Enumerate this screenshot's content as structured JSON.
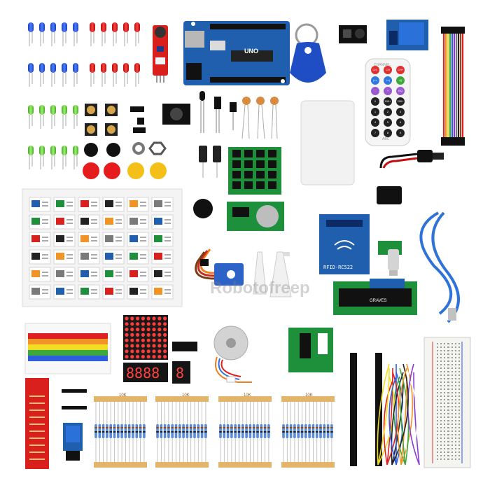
{
  "image": {
    "description_free": true
  },
  "labels": {
    "uno": "UNO",
    "rfid": "RFID-RC522",
    "channel": "CHANNEL",
    "remote_brand": "ABC",
    "resistor_strip": "10K",
    "watermark": "Robotofreep",
    "segment_four": "8888",
    "segment_one": "8",
    "lcd_brand": "GRAVES"
  },
  "remote_keys": [
    "CH-",
    "CH",
    "CH+",
    "|<<",
    ">>|",
    ">||",
    "-",
    "+",
    "EQ",
    "0",
    "100+",
    "200+",
    "1",
    "2",
    "3",
    "4",
    "5",
    "6",
    "7",
    "8",
    "9"
  ],
  "colors": {
    "blue_led": "#2255dd",
    "red_led": "#e01818",
    "green_led": "#6fd34a",
    "pcb_blue": "#1f5fae",
    "pcb_green": "#1e8f3a",
    "breadboard": "#f4f4f0",
    "resistor_tape": "#e2b56a",
    "usb_cable": "#2f73d8"
  }
}
